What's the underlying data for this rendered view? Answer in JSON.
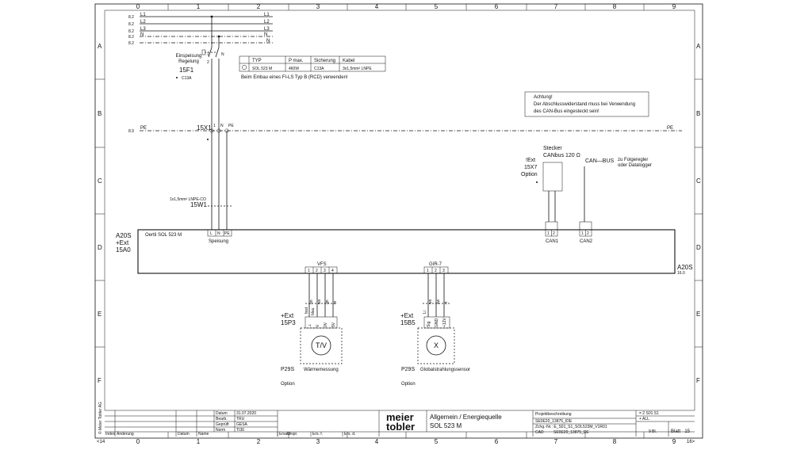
{
  "frame": {
    "columns": [
      "0",
      "1",
      "2",
      "3",
      "4",
      "5",
      "6",
      "7",
      "8",
      "9"
    ],
    "rows": [
      "A",
      "B",
      "C",
      "D",
      "E",
      "F"
    ]
  },
  "power_lines": {
    "refs": [
      "8.2",
      "8.2",
      "8.2",
      "8.2",
      "8.2"
    ],
    "left_labels": [
      "L1",
      "L2",
      "L3",
      "N",
      ""
    ],
    "right_labels": [
      "L1",
      "L2",
      "L3",
      "N",
      "N"
    ],
    "pe_ref": "8.9",
    "pe_label": "PE"
  },
  "feed_breaker": {
    "title_line1": "Einspeisung",
    "title_line2": "Regelung",
    "tag": "15F1",
    "rating": "C13A",
    "pole1": "1",
    "pole2": "N",
    "pole_lower": "2"
  },
  "spec_table": {
    "headers": [
      "TYP",
      "P max.",
      "Sicherung",
      "Kabel"
    ],
    "row": [
      "SOL 523 M",
      "460W",
      "C13A",
      "3x1,5mm² LNPE"
    ],
    "note": "Beim Einbau eines FI-LS Typ B (RCD) verwenden!"
  },
  "terminal_15x1": {
    "tag": "15X1",
    "pins": [
      "1",
      "N",
      "PE"
    ]
  },
  "warning": {
    "line1": "Achtung!",
    "line2": "Der Abschlusswiderstand muss bei Verwendung",
    "line3": "des CAN-Bus eingesteckt sein!"
  },
  "plug": {
    "ext": "!Ext",
    "tag": "15X7",
    "option": "Option",
    "title": "Stecker",
    "subtitle": "CANbus 120 Ω"
  },
  "canbus": {
    "label": "CAN—BUS",
    "note_line1": "zu Folgeregler",
    "note_line2": "oder Datalogger"
  },
  "cable_15w1": {
    "spec": "1x1,5mm² LNPE-CO",
    "tag": "15W1"
  },
  "controller": {
    "ref1": "A20S",
    "ref2": "+Ext",
    "ref3": "15A0",
    "name": "Oertli SOL 523 M",
    "feed_pins": [
      "L",
      "N",
      "PE"
    ],
    "feed_label": "Speisung",
    "can1_pins": [
      "1",
      "2"
    ],
    "can1_label": "CAN1",
    "can2_pins": [
      "1",
      "2"
    ],
    "can2_label": "CAN2",
    "right_ref": "A20S",
    "right_sub": "16.0"
  },
  "vfs": {
    "label": "VFS",
    "pins": [
      "1",
      "2",
      "3",
      "4"
    ],
    "wires": [
      "bn",
      "ws",
      "gn",
      "br"
    ],
    "wire_note": "fest",
    "wire_note2": "blau",
    "ext": "+Ext",
    "tag": "15P3",
    "sensor_pins": [
      "⊥",
      "V",
      "0V",
      "5V"
    ],
    "symbol": "T/V",
    "device": "P29S",
    "desc": "Wärmemessung",
    "option": "Option"
  },
  "gir": {
    "label": "GIR-7",
    "pins": [
      "1",
      "2",
      "3"
    ],
    "wires": [
      "ws",
      "sw",
      "rt"
    ],
    "wire_note": "Li",
    "ext": "+Ext",
    "tag": "15B5",
    "sensor_pins": [
      "Sig",
      "GND",
      "+12V"
    ],
    "symbol": "X",
    "device": "P29S",
    "desc": "Globalstrahlungssensor",
    "option": "Option"
  },
  "title_block": {
    "side_text": "© Meier Tobler AG",
    "labels": [
      "Datum",
      "Bearb.",
      "Geprüft",
      "Norm"
    ],
    "values": [
      "31.07.2020",
      "TRU",
      "GESA",
      "TI30"
    ],
    "bottom_cells": [
      "Index",
      "Änderung",
      "Datum",
      "Name",
      "Ersatz",
      "Urspr.",
      "Ers. f.",
      "Ers. d."
    ],
    "logo_line1": "meier",
    "logo_line2": "tobler",
    "title_line1": "Allgemein / Energiequelle",
    "title_line2": "SOL 523 M",
    "proj_label": "Projektbeschreibung",
    "proj_value": "SE0E20_13875_IDE",
    "drawing_no": "Zchg.-Nr.: E_S01_S1_SOL523M_V1R01",
    "cad": "CAD",
    "cad_value": "SE0E20_13875_DE",
    "page_ref1": "= 2  S01  S1",
    "page_ref2": "+ ALL",
    "bl_label": "9  Bl.",
    "sheet_label": "Blatt",
    "sheet_no": "15"
  },
  "footer": {
    "left": "<14",
    "right": "16>"
  }
}
